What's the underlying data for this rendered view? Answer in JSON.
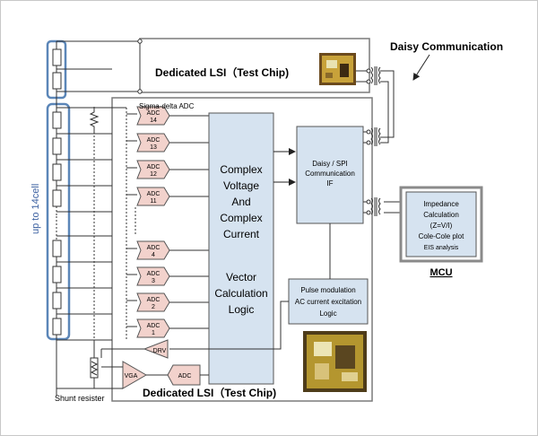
{
  "labels": {
    "daisy_communication": "Daisy Communication",
    "lsi_top": "Dedicated LSI（Test Chip)",
    "lsi_bottom": "Dedicated LSI（Test Chip)",
    "sigma_delta": "Sigma-delta ADC",
    "up_to_cells": "up to 14cell",
    "shunt": "Shunt resister",
    "mcu": "MCU",
    "vga": "VGA",
    "drv": "DRV",
    "adc_small": "ADC"
  },
  "adcs": [
    {
      "line1": "ADC",
      "line2": "14"
    },
    {
      "line1": "ADC",
      "line2": "13"
    },
    {
      "line1": "ADC",
      "line2": "12"
    },
    {
      "line1": "ADC",
      "line2": "11"
    },
    {
      "line1": "ADC",
      "line2": "4"
    },
    {
      "line1": "ADC",
      "line2": "3"
    },
    {
      "line1": "ADC",
      "line2": "2"
    },
    {
      "line1": "ADC",
      "line2": "1"
    }
  ],
  "vector_block": {
    "lines": [
      "Complex",
      "Voltage",
      "And",
      "Complex",
      "Current",
      "",
      "Vector",
      "Calculation",
      "Logic"
    ]
  },
  "daisy_block": {
    "lines": [
      "Daisy / SPI",
      "Communication",
      "IF"
    ]
  },
  "pulse_block": {
    "lines": [
      "Pulse modulation",
      "AC current excitation",
      "Logic"
    ]
  },
  "mcu_block": {
    "lines": [
      "Impedance",
      "Calculation",
      "(Z=V/I)",
      "Cole-Cole plot",
      "EIS analysis"
    ]
  },
  "colors": {
    "block_fill": "#d6e3f0",
    "adc_fill": "#f2d2cc",
    "cell_group_border": "#5b86b8",
    "up_to_text": "#3a5fa0"
  }
}
